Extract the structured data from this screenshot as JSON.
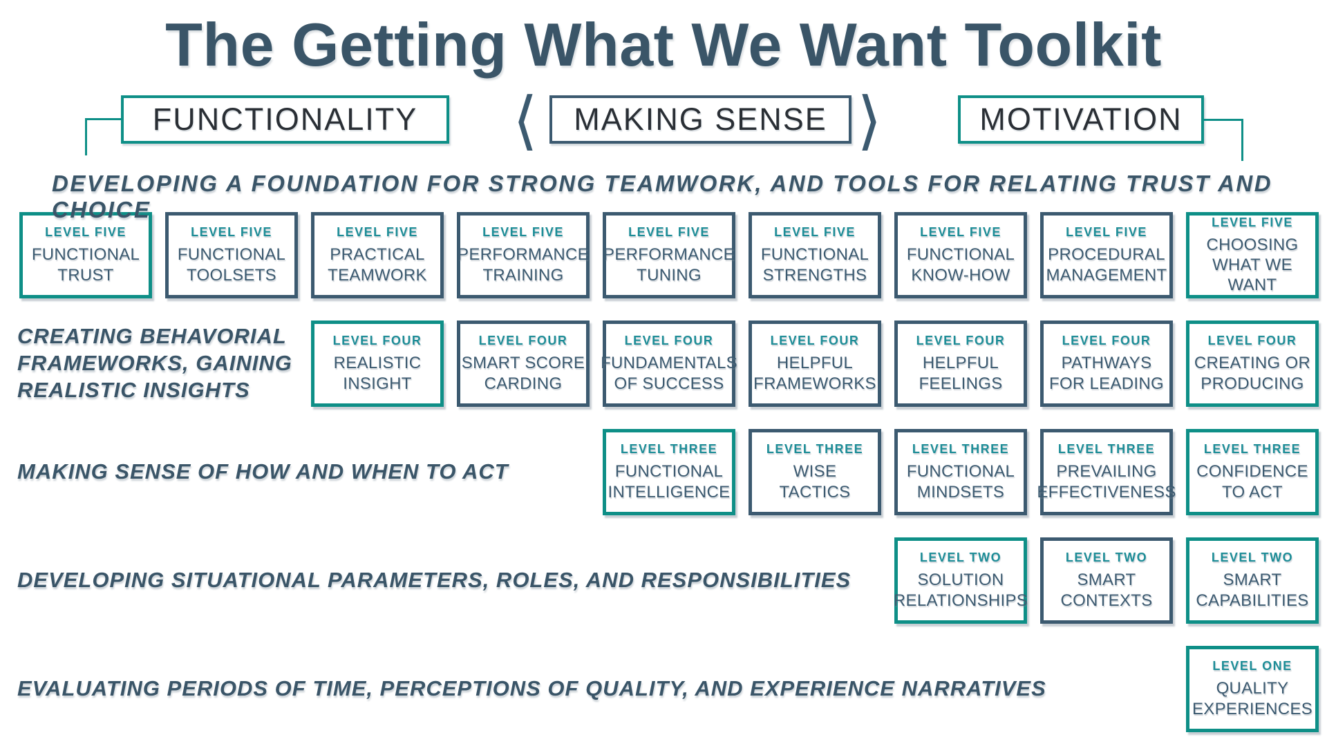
{
  "title": "The Getting What We Want Toolkit",
  "icons": {
    "angle_left": "⟨",
    "angle_right": "⟩"
  },
  "colors": {
    "teal_border": "#0E8F87",
    "teal_label": "#1D8D97",
    "slate": "#3C5A70",
    "category_text": "#2A2F35",
    "heading_text": "#3A5568",
    "background": "#FFFFFF"
  },
  "categories": {
    "functionality": {
      "label": "FUNCTIONALITY",
      "accent": "teal"
    },
    "making_sense": {
      "label": "MAKING SENSE",
      "accent": "slate"
    },
    "motivation": {
      "label": "MOTIVATION",
      "accent": "teal"
    }
  },
  "grid": {
    "columns": 9,
    "rows": [
      {
        "level": "LEVEL FIVE",
        "label_lines": [
          "DEVELOPING A FOUNDATION FOR STRONG TEAMWORK, AND TOOLS FOR RELATING TRUST AND CHOICE"
        ],
        "boxes": [
          {
            "col": 1,
            "accent": "teal",
            "lines": [
              "FUNCTIONAL",
              "TRUST"
            ]
          },
          {
            "col": 2,
            "accent": "slate",
            "lines": [
              "FUNCTIONAL",
              "TOOLSETS"
            ]
          },
          {
            "col": 3,
            "accent": "slate",
            "lines": [
              "PRACTICAL",
              "TEAMWORK"
            ]
          },
          {
            "col": 4,
            "accent": "slate",
            "lines": [
              "PERFORMANCE",
              "TRAINING"
            ]
          },
          {
            "col": 5,
            "accent": "slate",
            "lines": [
              "PERFORMANCE",
              "TUNING"
            ]
          },
          {
            "col": 6,
            "accent": "slate",
            "lines": [
              "FUNCTIONAL",
              "STRENGTHS"
            ]
          },
          {
            "col": 7,
            "accent": "slate",
            "lines": [
              "FUNCTIONAL",
              "KNOW-HOW"
            ]
          },
          {
            "col": 8,
            "accent": "slate",
            "lines": [
              "PROCEDURAL",
              "MANAGEMENT"
            ]
          },
          {
            "col": 9,
            "accent": "teal",
            "lines": [
              "CHOOSING",
              "WHAT WE WANT"
            ]
          }
        ]
      },
      {
        "level": "LEVEL FOUR",
        "label_lines": [
          "CREATING BEHAVORIAL",
          "FRAMEWORKS, GAINING",
          "REALISTIC INSIGHTS"
        ],
        "boxes": [
          {
            "col": 3,
            "accent": "teal",
            "lines": [
              "REALISTIC",
              "INSIGHT"
            ]
          },
          {
            "col": 4,
            "accent": "slate",
            "lines": [
              "SMART SCORE",
              "CARDING"
            ]
          },
          {
            "col": 5,
            "accent": "slate",
            "lines": [
              "FUNDAMENTALS",
              "OF SUCCESS"
            ]
          },
          {
            "col": 6,
            "accent": "slate",
            "lines": [
              "HELPFUL",
              "FRAMEWORKS"
            ]
          },
          {
            "col": 7,
            "accent": "slate",
            "lines": [
              "HELPFUL",
              "FEELINGS"
            ]
          },
          {
            "col": 8,
            "accent": "slate",
            "lines": [
              "PATHWAYS",
              "FOR LEADING"
            ]
          },
          {
            "col": 9,
            "accent": "teal",
            "lines": [
              "CREATING OR",
              "PRODUCING"
            ]
          }
        ]
      },
      {
        "level": "LEVEL THREE",
        "label_lines": [
          "MAKING SENSE OF HOW AND WHEN TO ACT"
        ],
        "boxes": [
          {
            "col": 5,
            "accent": "teal",
            "lines": [
              "FUNCTIONAL",
              "INTELLIGENCE"
            ]
          },
          {
            "col": 6,
            "accent": "slate",
            "lines": [
              "WISE",
              "TACTICS"
            ]
          },
          {
            "col": 7,
            "accent": "slate",
            "lines": [
              "FUNCTIONAL",
              "MINDSETS"
            ]
          },
          {
            "col": 8,
            "accent": "slate",
            "lines": [
              "PREVAILING",
              "EFFECTIVENESS"
            ]
          },
          {
            "col": 9,
            "accent": "teal",
            "lines": [
              "CONFIDENCE",
              "TO ACT"
            ]
          }
        ]
      },
      {
        "level": "LEVEL TWO",
        "label_lines": [
          "DEVELOPING SITUATIONAL PARAMETERS, ROLES, AND RESPONSIBILITIES"
        ],
        "boxes": [
          {
            "col": 7,
            "accent": "teal",
            "lines": [
              "SOLUTION",
              "RELATIONSHIPS"
            ]
          },
          {
            "col": 8,
            "accent": "slate",
            "lines": [
              "SMART",
              "CONTEXTS"
            ]
          },
          {
            "col": 9,
            "accent": "teal",
            "lines": [
              "SMART",
              "CAPABILITIES"
            ]
          }
        ]
      },
      {
        "level": "LEVEL ONE",
        "label_lines": [
          "EVALUATING PERIODS OF TIME, PERCEPTIONS OF QUALITY, AND EXPERIENCE NARRATIVES"
        ],
        "boxes": [
          {
            "col": 9,
            "accent": "teal",
            "lines": [
              "QUALITY",
              "EXPERIENCES"
            ]
          }
        ]
      }
    ]
  }
}
